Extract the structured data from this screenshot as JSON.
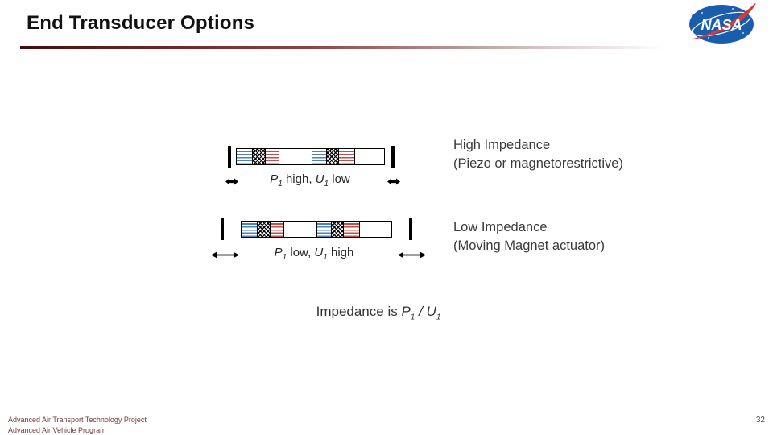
{
  "slide": {
    "title": "End Transducer Options",
    "page_number": "32",
    "footer_lines": [
      "Advanced Air Transport Technology Project",
      "Advanced Air Vehicle Program"
    ]
  },
  "logo": {
    "name": "nasa-insignia",
    "text": "NASA"
  },
  "colors": {
    "title_text": "#111111",
    "body_text": "#3a3a3a",
    "accent_rule_dark": "#450d0d",
    "pattern_blue": "#4f81bd",
    "pattern_red": "#c0504d",
    "footer_text": "#743c3c",
    "logo_blue": "#1a5dad",
    "logo_red": "#d43b3b"
  },
  "icons": {
    "motion_short": "double-headed-arrow-short",
    "motion_long": "double-headed-arrow-long"
  },
  "tube_segments": [
    {
      "pattern": "blue-hlines",
      "width": 19
    },
    {
      "pattern": "crosshatch",
      "width": 16
    },
    {
      "pattern": "red-hlines",
      "width": 17
    },
    {
      "pattern": "blank",
      "width": 41
    },
    {
      "pattern": "blue-hlines",
      "width": 18
    },
    {
      "pattern": "crosshatch",
      "width": 15
    },
    {
      "pattern": "red-hlines",
      "width": 20
    },
    {
      "pattern": "blank",
      "width": 37
    }
  ],
  "diagram_high": {
    "caption": {
      "var1": "P",
      "sub1": "1",
      "mid": " high, ",
      "var2": "U",
      "sub2": "1",
      "tail": " low"
    },
    "label_line1": "High Impedance",
    "label_line2": "(Piezo or magnetorestrictive)"
  },
  "diagram_low": {
    "caption": {
      "var1": "P",
      "sub1": "1",
      "mid": " low, ",
      "var2": "U",
      "sub2": "1",
      "tail": " high"
    },
    "label_line1": "Low Impedance",
    "label_line2": "(Moving Magnet actuator)"
  },
  "equation": {
    "prefix": "Impedance is ",
    "var1": "P",
    "sub1": "1",
    "mid": " / ",
    "var2": "U",
    "sub2": "1"
  }
}
